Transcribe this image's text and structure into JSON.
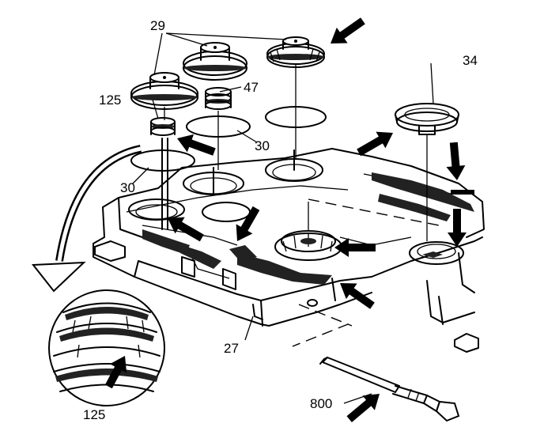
{
  "callouts": {
    "c29": "29",
    "c47": "47",
    "c125_top": "125",
    "c30_upper": "30",
    "c30_lower": "30",
    "c34": "34",
    "c27": "27",
    "c800": "800",
    "c125_bottom": "125"
  }
}
